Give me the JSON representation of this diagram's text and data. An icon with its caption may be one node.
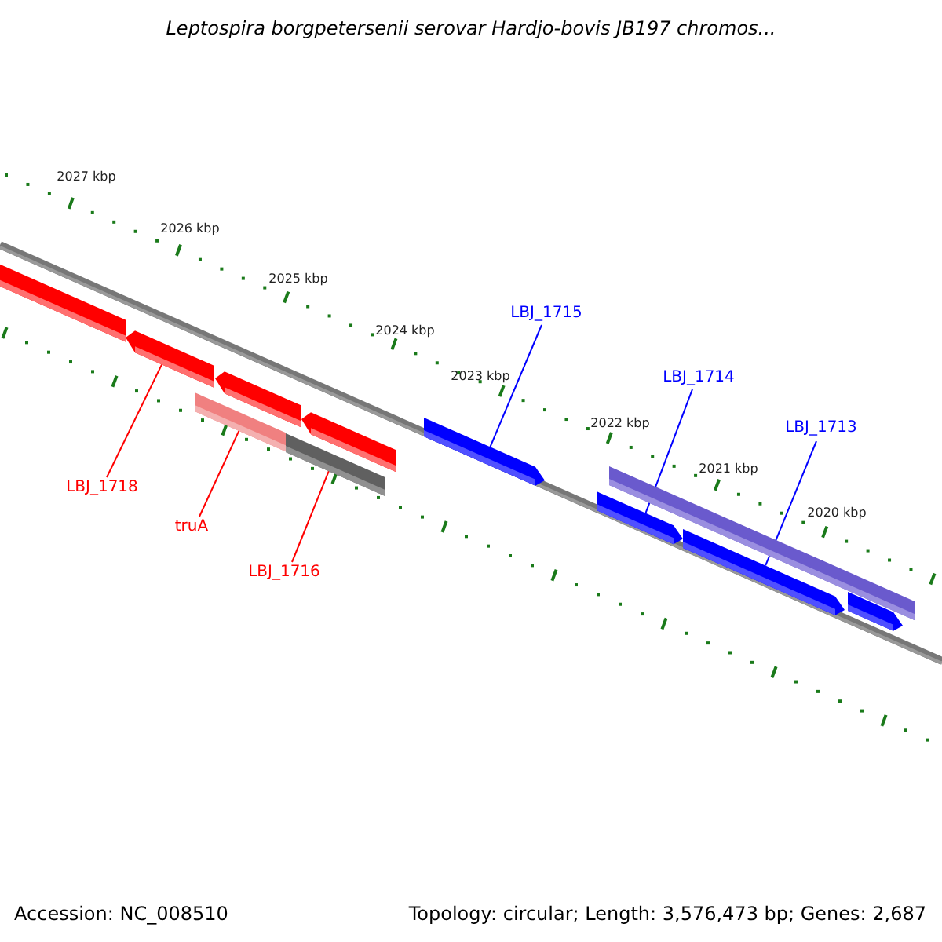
{
  "diagram": {
    "title": "Leptospira borgpetersenii serovar Hardjo-bovis JB197 chromos...",
    "nodes": [
      {
        "text": [],
        "shape": "bar"
      },
      {
        "text": [],
        "shape": "bar"
      },
      {
        "text": [],
        "shape": "bar"
      },
      {
        "text": [],
        "shape": "bar"
      },
      {
        "text": [],
        "shape": "bar"
      },
      {
        "text": [],
        "shape": "bar"
      },
      {
        "text": [],
        "shape": "bar"
      },
      {
        "text": [],
        "shape": "bar"
      },
      {
        "text": [],
        "shape": "bar"
      },
      {
        "text": [],
        "shape": "bar"
      },
      {
        "text": [],
        "shape": "bar"
      },
      {
        "text": [
          "LBJ_1715"
        ]
      },
      {
        "text": [
          "LBJ_1714"
        ]
      },
      {
        "text": [
          "LBJ_1713"
        ]
      },
      {
        "text": [
          "LBJ_1718"
        ]
      },
      {
        "text": [
          "truA"
        ]
      },
      {
        "text": [
          "LBJ_1716"
        ]
      }
    ],
    "edges": [
      {
        "from": 11,
        "to": 6,
        "arrow": "none",
        "color": "#0000ff"
      },
      {
        "from": 12,
        "to": 7,
        "arrow": "none",
        "color": "#0000ff"
      },
      {
        "from": 13,
        "to": 9,
        "arrow": "none",
        "color": "#0000ff"
      },
      {
        "from": 14,
        "to": 1,
        "arrow": "none",
        "color": "#ff0000"
      },
      {
        "from": 15,
        "to": 4,
        "arrow": "none",
        "color": "#ff0000"
      },
      {
        "from": 16,
        "to": 5,
        "arrow": "none",
        "color": "#ff0000"
      }
    ],
    "labels": [
      "2027 kbp",
      "2026 kbp",
      "2025 kbp",
      "2024 kbp",
      "2023 kbp",
      "2022 kbp",
      "2021 kbp",
      "2020 kbp",
      "Accession: NC_008510",
      "Topology: circular; Length: 3,576,473 bp; Genes: 2,687"
    ]
  }
}
